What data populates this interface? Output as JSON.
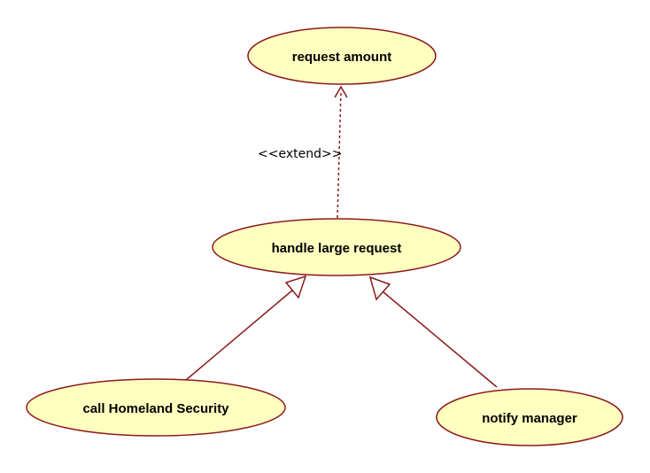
{
  "colors": {
    "usecase_fill": "#ffffc0",
    "line": "#8b1a1a"
  },
  "use_cases": {
    "request_amount": "request amount",
    "handle_large_request": "handle large request",
    "call_homeland_security": "call Homeland Security",
    "notify_manager": "notify manager"
  },
  "relationships": {
    "extend": {
      "type": "extend",
      "stereotype": "<<extend>>",
      "from": "handle large request",
      "to": "request amount"
    },
    "generalizations": [
      {
        "type": "generalization",
        "from": "call Homeland Security",
        "to": "handle large request"
      },
      {
        "type": "generalization",
        "from": "notify manager",
        "to": "handle large request"
      }
    ]
  }
}
